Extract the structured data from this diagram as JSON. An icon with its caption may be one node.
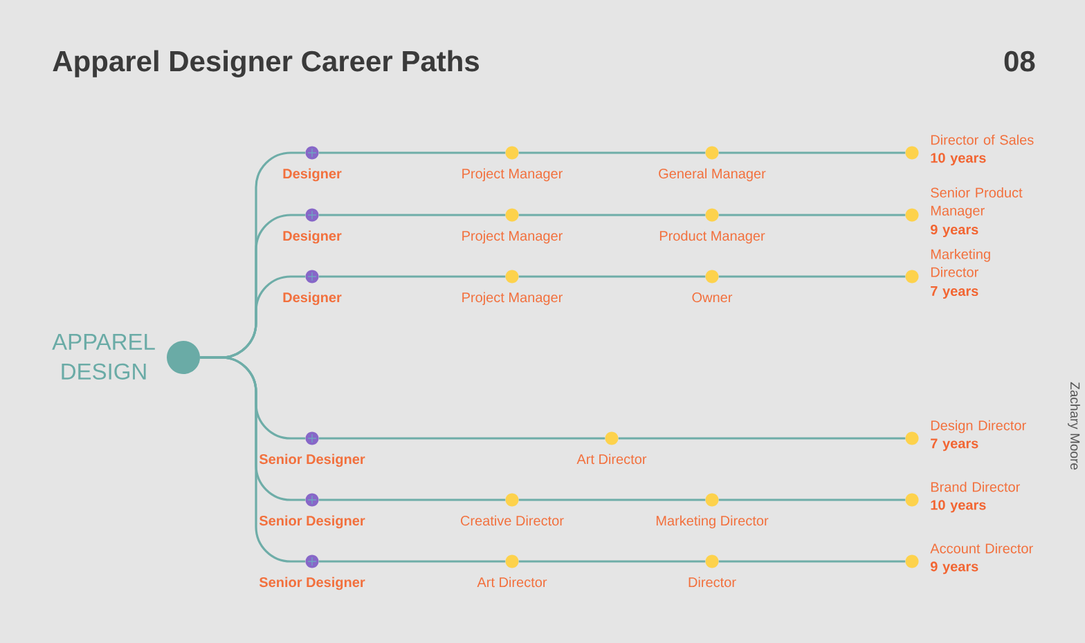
{
  "diagram": {
    "title": "Apparel Designer Career Paths",
    "nodes": [
      {
        "text": [
          "APPAREL DESIGN"
        ]
      },
      {
        "text": [
          "Designer"
        ]
      },
      {
        "text": [
          "Project Manager"
        ]
      },
      {
        "text": [
          "General Manager"
        ]
      },
      {
        "text": [
          "Director of Sales"
        ],
        "beside": [
          "10 years"
        ]
      },
      {
        "text": [
          "Designer"
        ]
      },
      {
        "text": [
          "Project Manager"
        ]
      },
      {
        "text": [
          "Product Manager"
        ]
      },
      {
        "text": [
          "Senior Product Manager"
        ],
        "beside": [
          "9 years"
        ]
      },
      {
        "text": [
          "Designer"
        ]
      },
      {
        "text": [
          "Project Manager"
        ]
      },
      {
        "text": [
          "Owner"
        ]
      },
      {
        "text": [
          "Marketing Director"
        ],
        "beside": [
          "7 years"
        ]
      },
      {
        "text": [
          "Senior Designer"
        ]
      },
      {
        "text": [
          "Art Director"
        ]
      },
      {
        "text": [
          "Design Director"
        ],
        "beside": [
          "7 years"
        ]
      },
      {
        "text": [
          "Senior Designer"
        ]
      },
      {
        "text": [
          "Creative Director"
        ]
      },
      {
        "text": [
          "Marketing Director"
        ]
      },
      {
        "text": [
          "Brand Director"
        ],
        "beside": [
          "10 years"
        ]
      },
      {
        "text": [
          "Senior Designer"
        ]
      },
      {
        "text": [
          "Art Director"
        ]
      },
      {
        "text": [
          "Director"
        ]
      },
      {
        "text": [
          "Account Director"
        ],
        "beside": [
          "9 years"
        ]
      }
    ],
    "edges": [
      {
        "from": 0,
        "to": 1,
        "arrow": "none"
      },
      {
        "from": 1,
        "to": 2,
        "arrow": "none"
      },
      {
        "from": 2,
        "to": 3,
        "arrow": "none"
      },
      {
        "from": 3,
        "to": 4,
        "arrow": "none"
      },
      {
        "from": 0,
        "to": 5,
        "arrow": "none"
      },
      {
        "from": 5,
        "to": 6,
        "arrow": "none"
      },
      {
        "from": 6,
        "to": 7,
        "arrow": "none"
      },
      {
        "from": 7,
        "to": 8,
        "arrow": "none"
      },
      {
        "from": 0,
        "to": 9,
        "arrow": "none"
      },
      {
        "from": 9,
        "to": 10,
        "arrow": "none"
      },
      {
        "from": 10,
        "to": 11,
        "arrow": "none"
      },
      {
        "from": 11,
        "to": 12,
        "arrow": "none"
      },
      {
        "from": 0,
        "to": 13,
        "arrow": "none"
      },
      {
        "from": 13,
        "to": 14,
        "arrow": "none"
      },
      {
        "from": 14,
        "to": 15,
        "arrow": "none"
      },
      {
        "from": 0,
        "to": 16,
        "arrow": "none"
      },
      {
        "from": 16,
        "to": 17,
        "arrow": "none"
      },
      {
        "from": 17,
        "to": 18,
        "arrow": "none"
      },
      {
        "from": 18,
        "to": 19,
        "arrow": "none"
      },
      {
        "from": 0,
        "to": 20,
        "arrow": "none"
      },
      {
        "from": 20,
        "to": 21,
        "arrow": "none"
      },
      {
        "from": 21,
        "to": 22,
        "arrow": "none"
      },
      {
        "from": 22,
        "to": 23,
        "arrow": "none"
      }
    ],
    "labels": [
      "08",
      "Zachary Moore"
    ]
  }
}
